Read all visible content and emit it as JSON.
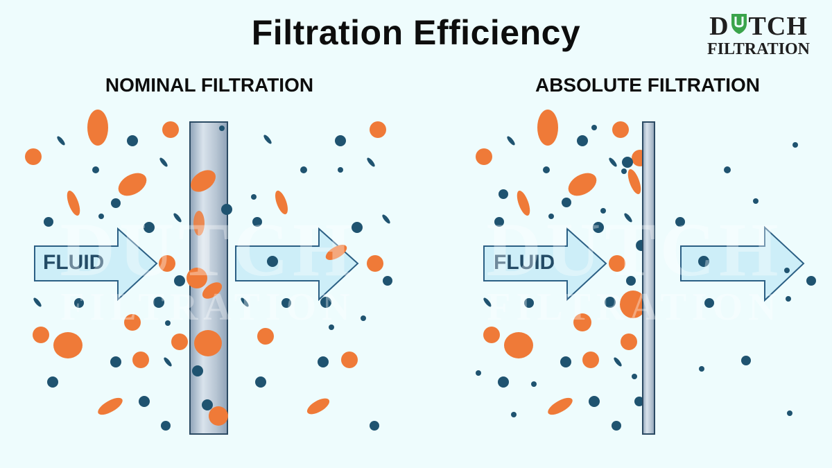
{
  "title": "Filtration Efficiency",
  "logo": {
    "line1_a": "D",
    "line1_b": "TCH",
    "line2": "FILTRATION",
    "icon": "shield-u-icon"
  },
  "panels": {
    "nominal": {
      "title": "NOMINAL FILTRATION",
      "arrow_label": "FLUID"
    },
    "absolute": {
      "title": "ABSOLUTE FILTRATION",
      "arrow_label": "FLUID"
    }
  },
  "watermark": {
    "line1": "DUTCH",
    "line2": "FILTRATION"
  },
  "colors": {
    "background": "#eefcfd",
    "particle_orange": "#ef7a38",
    "particle_blue": "#1f5370",
    "arrow_fill": "#cdeef8",
    "arrow_stroke": "#2b5f84",
    "filter_fill": "#b9c6d3",
    "logo_accent": "#3aa44b"
  }
}
